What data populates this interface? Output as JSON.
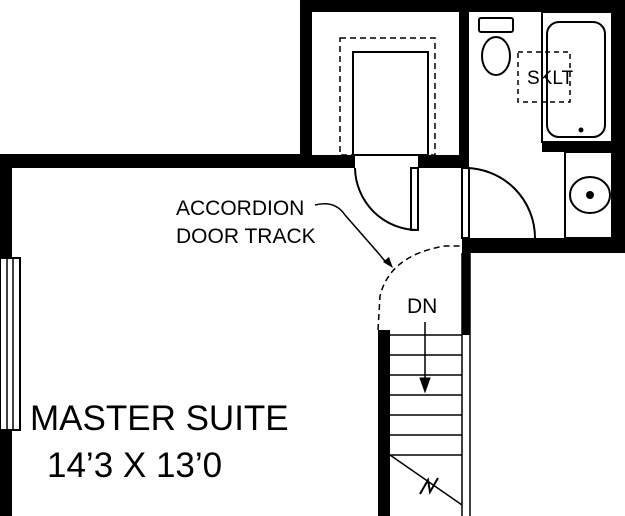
{
  "plan": {
    "rooms": [
      {
        "name": "MASTER SUITE",
        "dimensions": "14’3 X 13’0"
      }
    ],
    "annotations": {
      "accordion_line1": "ACCORDION",
      "accordion_line2": "DOOR TRACK",
      "stairs_direction": "DN",
      "skylight": "SKLT"
    }
  }
}
